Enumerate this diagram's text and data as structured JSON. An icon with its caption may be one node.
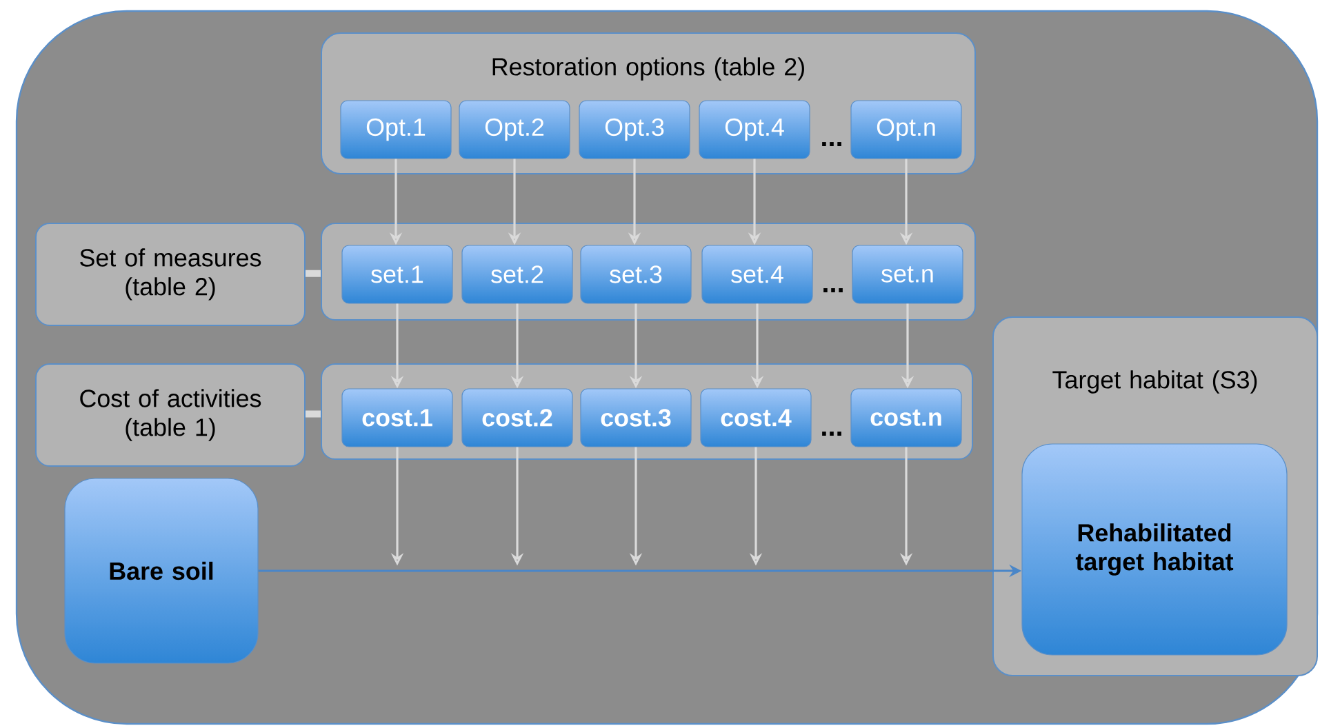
{
  "diagram": {
    "nodes": [
      {
        "text": [
          "Restoration options (table 2)"
        ]
      },
      {
        "text": [
          "Opt.1"
        ],
        "in": 0
      },
      {
        "text": [
          "Opt.2"
        ],
        "in": 0
      },
      {
        "text": [
          "Opt.3"
        ],
        "in": 0
      },
      {
        "text": [
          "Opt.4"
        ],
        "in": 0
      },
      {
        "text": [
          "Opt.n"
        ],
        "in": 0
      },
      {
        "text": [
          "Set of measures (table 2)"
        ]
      },
      {
        "text": [],
        "shape": "box"
      },
      {
        "text": [
          "set.1"
        ],
        "in": 7
      },
      {
        "text": [
          "set.2"
        ],
        "in": 7
      },
      {
        "text": [
          "set.3"
        ],
        "in": 7
      },
      {
        "text": [
          "set.4"
        ],
        "in": 7
      },
      {
        "text": [
          "set.n"
        ],
        "in": 7
      },
      {
        "text": [
          "Cost of activities (table 1)"
        ]
      },
      {
        "text": [],
        "shape": "box"
      },
      {
        "text": [
          "cost.1"
        ],
        "in": 14
      },
      {
        "text": [
          "cost.2"
        ],
        "in": 14
      },
      {
        "text": [
          "cost.3"
        ],
        "in": 14
      },
      {
        "text": [
          "cost.4"
        ],
        "in": 14
      },
      {
        "text": [
          "cost.n"
        ],
        "in": 14
      },
      {
        "text": [
          "Bare soil"
        ]
      },
      {
        "text": [
          "Target habitat (S3)"
        ]
      },
      {
        "text": [
          "Rehabilitated target habitat"
        ],
        "in": 21
      }
    ],
    "edges": [
      {
        "from": 1,
        "to": 8,
        "arrow": "to"
      },
      {
        "from": 2,
        "to": 9,
        "arrow": "to"
      },
      {
        "from": 3,
        "to": 10,
        "arrow": "to"
      },
      {
        "from": 4,
        "to": 11,
        "arrow": "to"
      },
      {
        "from": 5,
        "to": 12,
        "arrow": "to"
      },
      {
        "from": 8,
        "to": 15,
        "arrow": "to"
      },
      {
        "from": 9,
        "to": 16,
        "arrow": "to"
      },
      {
        "from": 10,
        "to": 17,
        "arrow": "to"
      },
      {
        "from": 11,
        "to": 18,
        "arrow": "to"
      },
      {
        "from": 12,
        "to": 19,
        "arrow": "to"
      },
      {
        "from": 6,
        "to": 7,
        "arrow": "none",
        "style": "thick"
      },
      {
        "from": 13,
        "to": 14,
        "arrow": "none",
        "style": "thick"
      },
      {
        "from": 15,
        "to": null,
        "arrow": "to"
      },
      {
        "from": 16,
        "to": null,
        "arrow": "to"
      },
      {
        "from": 17,
        "to": null,
        "arrow": "to"
      },
      {
        "from": 18,
        "to": null,
        "arrow": "to"
      },
      {
        "from": 19,
        "to": null,
        "arrow": "to"
      },
      {
        "from": 20,
        "to": 22,
        "arrow": "to",
        "color": "#4a86c8"
      }
    ],
    "labels": [
      "...",
      "...",
      "..."
    ]
  }
}
